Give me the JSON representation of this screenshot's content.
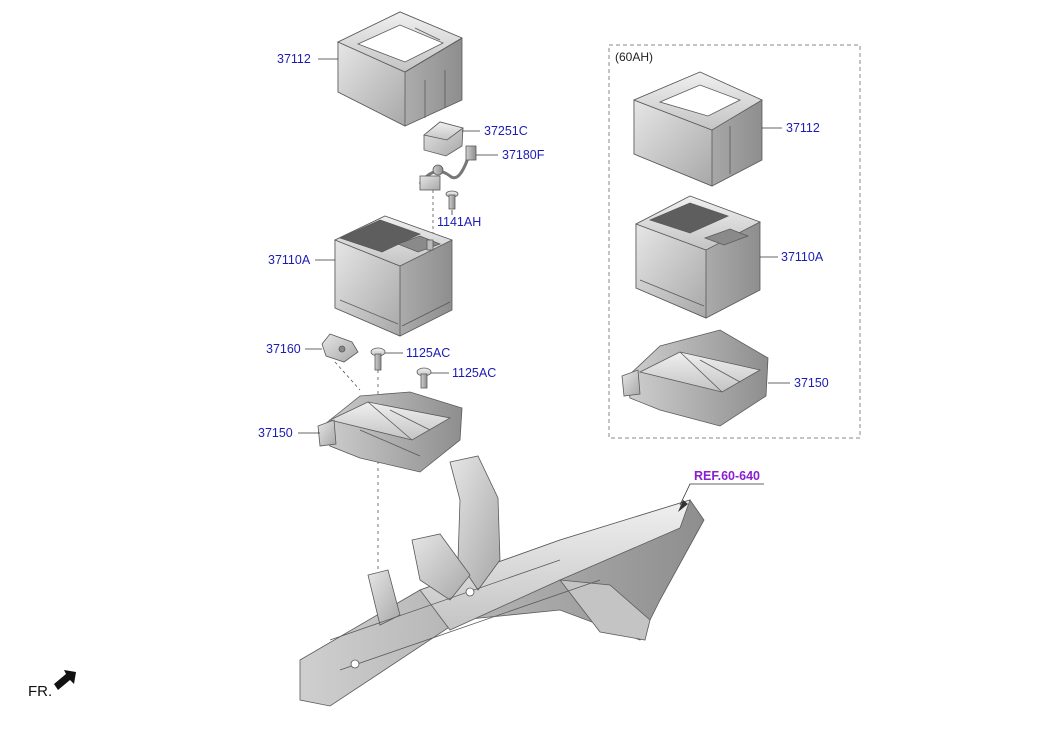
{
  "diagram": {
    "variant_label": "(60AH)",
    "front_label": "FR.",
    "colors": {
      "part_fill": "#d8d8d8",
      "part_dark": "#9a9a9a",
      "part_edge": "#5a5a5a",
      "label_blue": "#1c1cb4",
      "ref_purple": "#8a1fd1",
      "leader": "#333333"
    },
    "callouts": {
      "tray_top": "37112",
      "cover": "37251C",
      "cable": "37180F",
      "screw": "1141AH",
      "battery": "37110A",
      "clamp": "37160",
      "bolt_1": "1125AC",
      "bolt_2": "1125AC",
      "tray_bottom": "37150",
      "ref_link": "REF.60-640",
      "alt_tray_top": "37112",
      "alt_battery": "37110A",
      "alt_tray_bottom": "37150"
    }
  }
}
